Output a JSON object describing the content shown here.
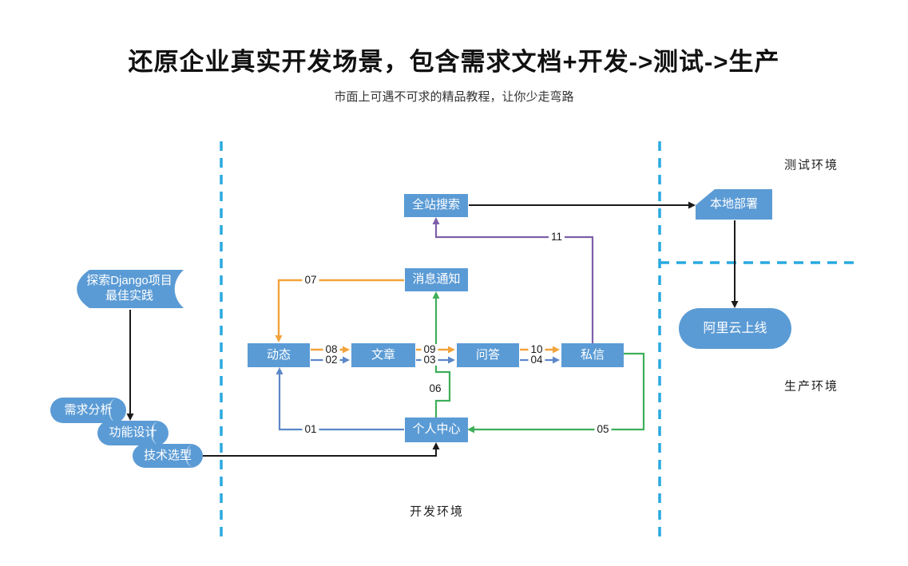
{
  "header": {
    "title": "还原企业真实开发场景，包含需求文档+开发->测试->生产",
    "subtitle": "市面上可遇不可求的精品教程，让你少走弯路"
  },
  "regions": {
    "dev": "开发环境",
    "test": "测试环境",
    "prod": "生产环境"
  },
  "nodes": {
    "explore_line1": "探索Django项目",
    "explore_line2": "最佳实践",
    "requirement": "需求分析",
    "design": "功能设计",
    "tech": "技术选型",
    "search": "全站搜索",
    "notify": "消息通知",
    "feed": "动态",
    "article": "文章",
    "qa": "问答",
    "message": "私信",
    "profile": "个人中心",
    "deploy": "本地部署",
    "launch": "阿里云上线"
  },
  "edge_labels": {
    "e01": "01",
    "e02": "02",
    "e03": "03",
    "e04": "04",
    "e05": "05",
    "e06": "06",
    "e07": "07",
    "e08": "08",
    "e09": "09",
    "e10": "10",
    "e11": "11"
  },
  "colors": {
    "node-fill": "#5B9BD5",
    "arrow-yellow": "#F2A33C",
    "arrow-blue": "#5C87C7",
    "arrow-green": "#3FAE5A",
    "arrow-purple": "#7D5FA8",
    "arrow-black": "#1A1A1A",
    "boundary-cyan": "#29A9E0"
  }
}
